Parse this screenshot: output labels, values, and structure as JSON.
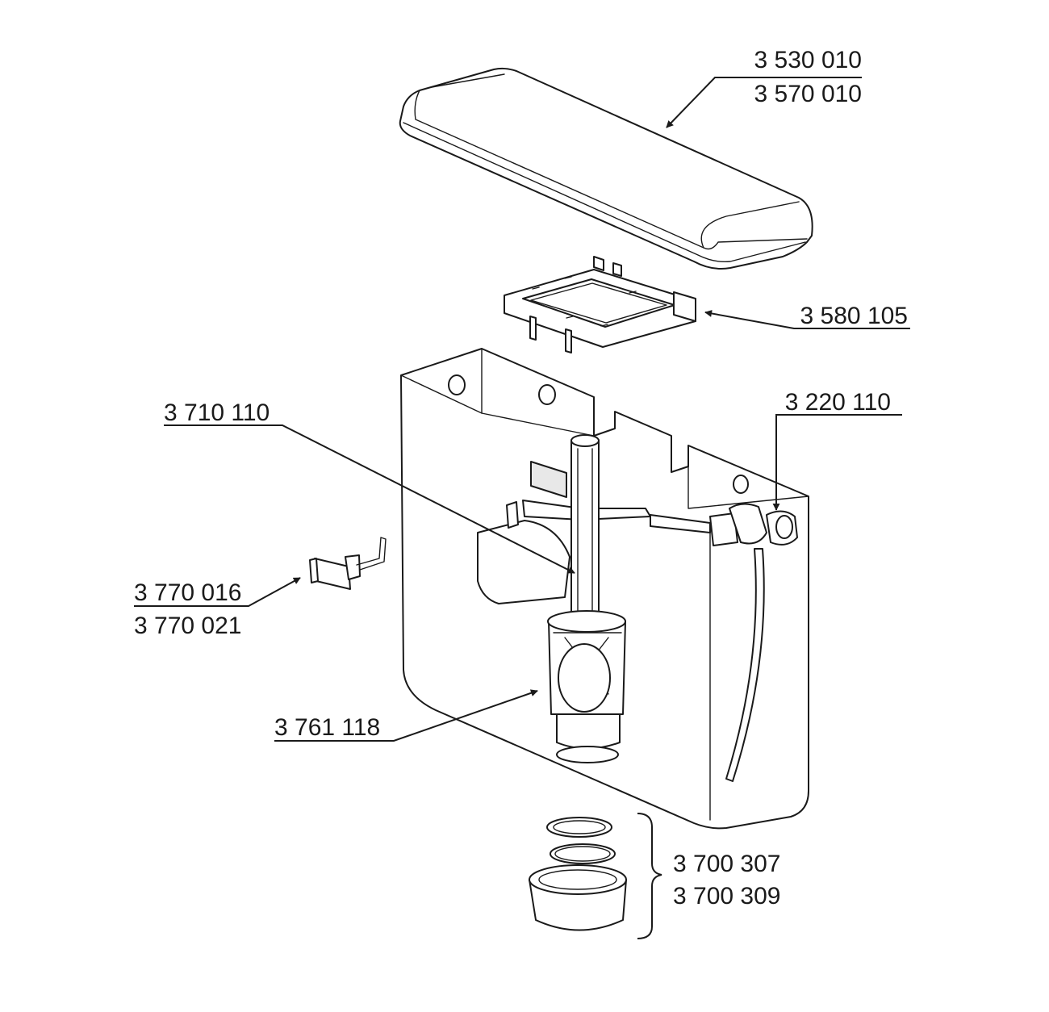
{
  "parts": {
    "lid": [
      "3 530 010",
      "3 570 010"
    ],
    "bracket": "3 580 105",
    "fill_valve": "3 220 110",
    "overflow_pipe": "3 710 110",
    "push_button": [
      "3 770 016",
      "3 770 021"
    ],
    "flush_valve": "3 761 118",
    "seals": [
      "3 700 307",
      "3 700 309"
    ]
  },
  "colors": {
    "line": "#1a1a1a",
    "background": "#ffffff",
    "shade": "#e8e8e8"
  }
}
